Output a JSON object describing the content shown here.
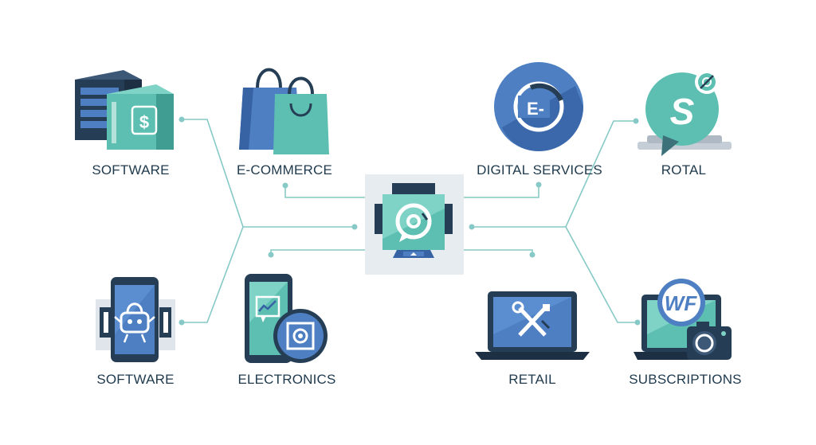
{
  "colors": {
    "navy": "#263e55",
    "blue": "#4d7fc2",
    "blue_dark": "#3763a5",
    "teal": "#5dbfb1",
    "teal_light": "#7fd3c6",
    "connector": "#86c9c6",
    "hub_bg": "#e7ecf0",
    "label": "#1f3a4d"
  },
  "nodes": [
    {
      "id": "software-top",
      "label": "SOFTWARE",
      "icon": "server-dollar-icon"
    },
    {
      "id": "e-commerce",
      "label": "E-COMMERCE",
      "icon": "shopping-bags-icon"
    },
    {
      "id": "digital-services",
      "label": "DIGITAL SERVICES",
      "icon": "e-circle-icon",
      "icon_text": "E-"
    },
    {
      "id": "rotal",
      "label": "ROTAL",
      "icon": "dollar-chat-bubble-icon",
      "icon_text": "S"
    },
    {
      "id": "software-bottom",
      "label": "SOFTWARE",
      "icon": "smartphone-robot-icon"
    },
    {
      "id": "electronics",
      "label": "ELECTRONICS",
      "icon": "phone-chart-icon"
    },
    {
      "id": "retail",
      "label": "RETAIL",
      "icon": "laptop-tools-icon"
    },
    {
      "id": "subscriptions",
      "label": "SUBSCRIPTIONS",
      "icon": "laptop-camera-icon",
      "icon_text": "WF"
    }
  ],
  "hub": {
    "icon": "central-hub-icon"
  }
}
